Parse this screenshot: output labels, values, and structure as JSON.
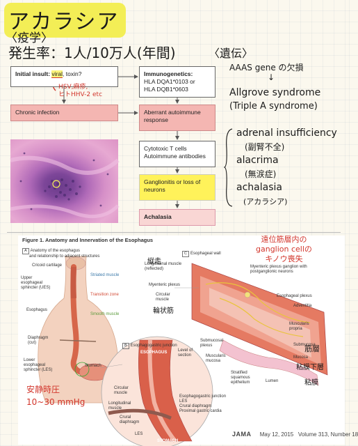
{
  "notes": {
    "title": "アカラシア",
    "epi_head": "〈疫学〉",
    "epi_line": "発生率：1人/10万人(年間)",
    "gen_head": "〈遺伝〉",
    "aaas": "AAAS gene の欠損",
    "arrow": "↓",
    "allgrove": "Allgrove syndrome",
    "triple": "(Triple A syndrome)",
    "adrenal": "adrenal insufficiency",
    "adrenal_jp": "(副腎不全)",
    "alacrima": "alacrima",
    "alacrima_jp": "(無涙症)",
    "achalasia": "achalasia",
    "achalasia_jp": "(アカラシア)",
    "hsv_note_1": "HSV,麻疹,",
    "hsv_note_2": "ヒトHHV-2 etc",
    "ganglion_note_1": "遠位筋層内の",
    "ganglion_note_2": "ganglion cellの",
    "ganglion_note_3": "キノウ喪失",
    "longi_note": "縦走",
    "circ_note": "輪状筋",
    "muscle_note": "筋層",
    "submucosa_note": "粘膜下層",
    "mucosa_note": "粘膜",
    "les_press_1": "安静時圧",
    "les_press_2": "10~30 mmHg"
  },
  "flow": {
    "initial_a": "Initial insult: ",
    "initial_viral": "viral",
    "initial_b": ", toxin?",
    "immuno_title": "Immunogenetics:",
    "immuno_1": "HLA DQA1*0103 or",
    "immuno_2": "HLA DQB1*0603",
    "chronic": "Chronic infection",
    "aberrant": "Aberrant autoimmune response",
    "cyto_1": "Cytotoxic T cells",
    "cyto_2": "Autoimmune antibodies",
    "ganglio": "Ganglionitis or loss of neurons",
    "achalasia": "Achalasia"
  },
  "figure": {
    "title": "Figure 1. Anatomy and Innervation of the Esophagus",
    "panel_a_letter": "A",
    "panel_a_title_1": "Anatomy of the esophagus",
    "panel_a_title_2": "and relationship to adjacent structures",
    "cricoid": "Cricoid cartilage",
    "upper_es": "Upper esophageal sphincter (UES)",
    "striated": "Striated muscle",
    "transition": "Transition zone",
    "esophagus": "Esophagus",
    "smooth": "Smooth muscle",
    "diaphragm": "Diaphragm (cut)",
    "lower_es": "Lower esophageal sphincter (LES)",
    "stomach": "Stomach",
    "panel_b_letter": "B",
    "panel_b_title": "Esophagogastric junction",
    "esophagus_cap": "ESOPHAGUS",
    "stomach_cap": "STOMACH",
    "circular": "Circular muscle",
    "longitudinal": "Longitudinal muscle",
    "crural": "Crural diaphragm",
    "les": "LES",
    "level_section": "Level of section",
    "egj_1": "Esophagogastric junction",
    "egj_2": "LES",
    "egj_3": "Crural diaphragm",
    "egj_4": "Proximal gastric cardia",
    "panel_c_letter": "C",
    "panel_c_title": "Esophageal wall",
    "long_reflected": "Longitudinal muscle (reflected)",
    "myenteric_ganglion": "Myenteric plexus ganglion with postganglionic neurons",
    "myenteric_plexus": "Myenteric plexus",
    "circular_c": "Circular muscle",
    "esoph_plexus": "Esophageal plexus",
    "adventitia": "Adventitia",
    "muscularis_propria": "Muscularis propria",
    "submucosal_plexus": "Submucosal plexus",
    "muscularis_mucosa": "Muscularis mucosa",
    "submucosa": "Submucosa",
    "mucosa": "Mucosa",
    "stratified": "Stratified squamous epithelium",
    "lumen": "Lumen"
  },
  "footer": {
    "journal": "JAMA",
    "date": "May 12, 2015",
    "volume": "Volume 313, Number 18"
  },
  "colors": {
    "accent_red": "#d2352b",
    "highlight_yellow": "#f3ee56",
    "box_pink": "#f4b6b2",
    "box_yellow": "#fff25a"
  }
}
